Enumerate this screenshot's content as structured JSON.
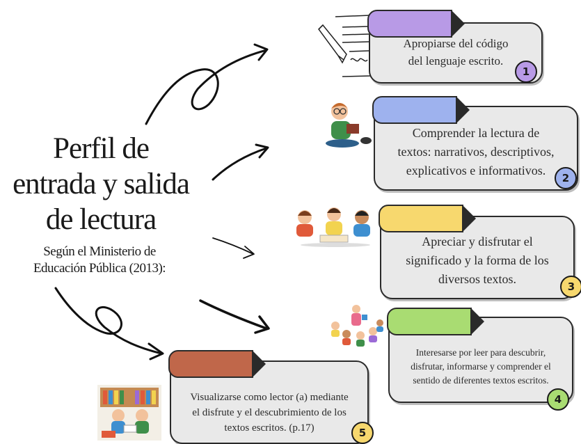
{
  "title": {
    "line1": "Perfil de",
    "line2": "entrada y salida",
    "line3": "de lectura"
  },
  "subtitle": {
    "line1": "Según el Ministerio de",
    "line2": "Educación Pública (2013):"
  },
  "colors": {
    "item1": "#b89ae6",
    "item2": "#9eb2ee",
    "item3": "#f7d86e",
    "item4": "#a9dc72",
    "item5": "#c0674a",
    "card": "#e9e9e9"
  },
  "items": [
    {
      "number": "1",
      "line1": "Apropiarse del código",
      "line2": "del lenguaje escrito.",
      "icon": "writing-paper-pen-icon"
    },
    {
      "number": "2",
      "line1": "Comprender la lectura de",
      "line2": "textos: narrativos, descriptivos,",
      "line3": "explicativos e informativos.",
      "icon": "child-reading-book-icon"
    },
    {
      "number": "3",
      "line1": "Apreciar y disfrutar el",
      "line2": "significado y la forma de los",
      "line3": "diversos textos.",
      "icon": "children-group-reading-icon"
    },
    {
      "number": "4",
      "line1": "Interesarse por leer para descubrir,",
      "line2": "disfrutar, informarse y comprender el",
      "line3": "sentido de diferentes textos escritos.",
      "icon": "storytime-circle-icon"
    },
    {
      "number": "5",
      "line1": "Visualizarse como lector (a) mediante",
      "line2": "el disfrute y el descubrimiento de los",
      "line3": "textos escritos. (p.17)",
      "icon": "kids-library-icon"
    }
  ]
}
